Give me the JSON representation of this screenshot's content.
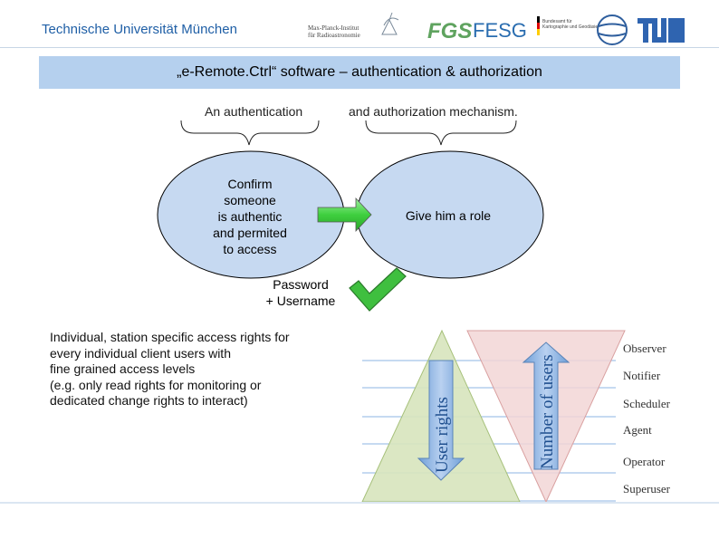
{
  "header": {
    "university": "Technische Universität München",
    "logos": [
      {
        "name": "mpi-logo",
        "lines": [
          "Max-Planck-Institut",
          "für Radioastronomie"
        ]
      },
      {
        "name": "fgs-logo",
        "text": "FGS"
      },
      {
        "name": "fesg-logo",
        "text": "FESG"
      },
      {
        "name": "bkg-logo",
        "lines": [
          "Bundesamt für",
          "Kartographie und Geodäsie"
        ]
      },
      {
        "name": "tum-logo",
        "text": "TUM"
      }
    ]
  },
  "slide": {
    "title": "„e-Remote.Ctrl“ software – authentication & authorization"
  },
  "diagram": {
    "caption_left": "An authentication",
    "caption_right": "and authorization mechanism.",
    "left_ellipse_text": [
      "Confirm",
      "someone",
      "is authentic",
      "and permited",
      "to access"
    ],
    "right_ellipse_text": "Give him a role",
    "credentials": [
      "Password",
      "+ Username"
    ],
    "description": [
      "Individual, station specific access rights for",
      "every individual client users with",
      "fine grained access levels",
      "(e.g. only read rights for monitoring or",
      "dedicated change rights to interact)"
    ],
    "pyramid": {
      "up_label": "User rights",
      "down_label": "Number of users",
      "roles": [
        "Observer",
        "Notifier",
        "Scheduler",
        "Agent",
        "Operator",
        "Superuser"
      ]
    }
  },
  "colors": {
    "title_band": "#b5d0ee",
    "ellipse_fill": "#c6d9f1",
    "arrow_green": "#4cd94c",
    "pyramid_green": "#d7e4bd",
    "pyramid_pink": "#f2d6d6",
    "arrow_blue": "#8eb4e3"
  }
}
